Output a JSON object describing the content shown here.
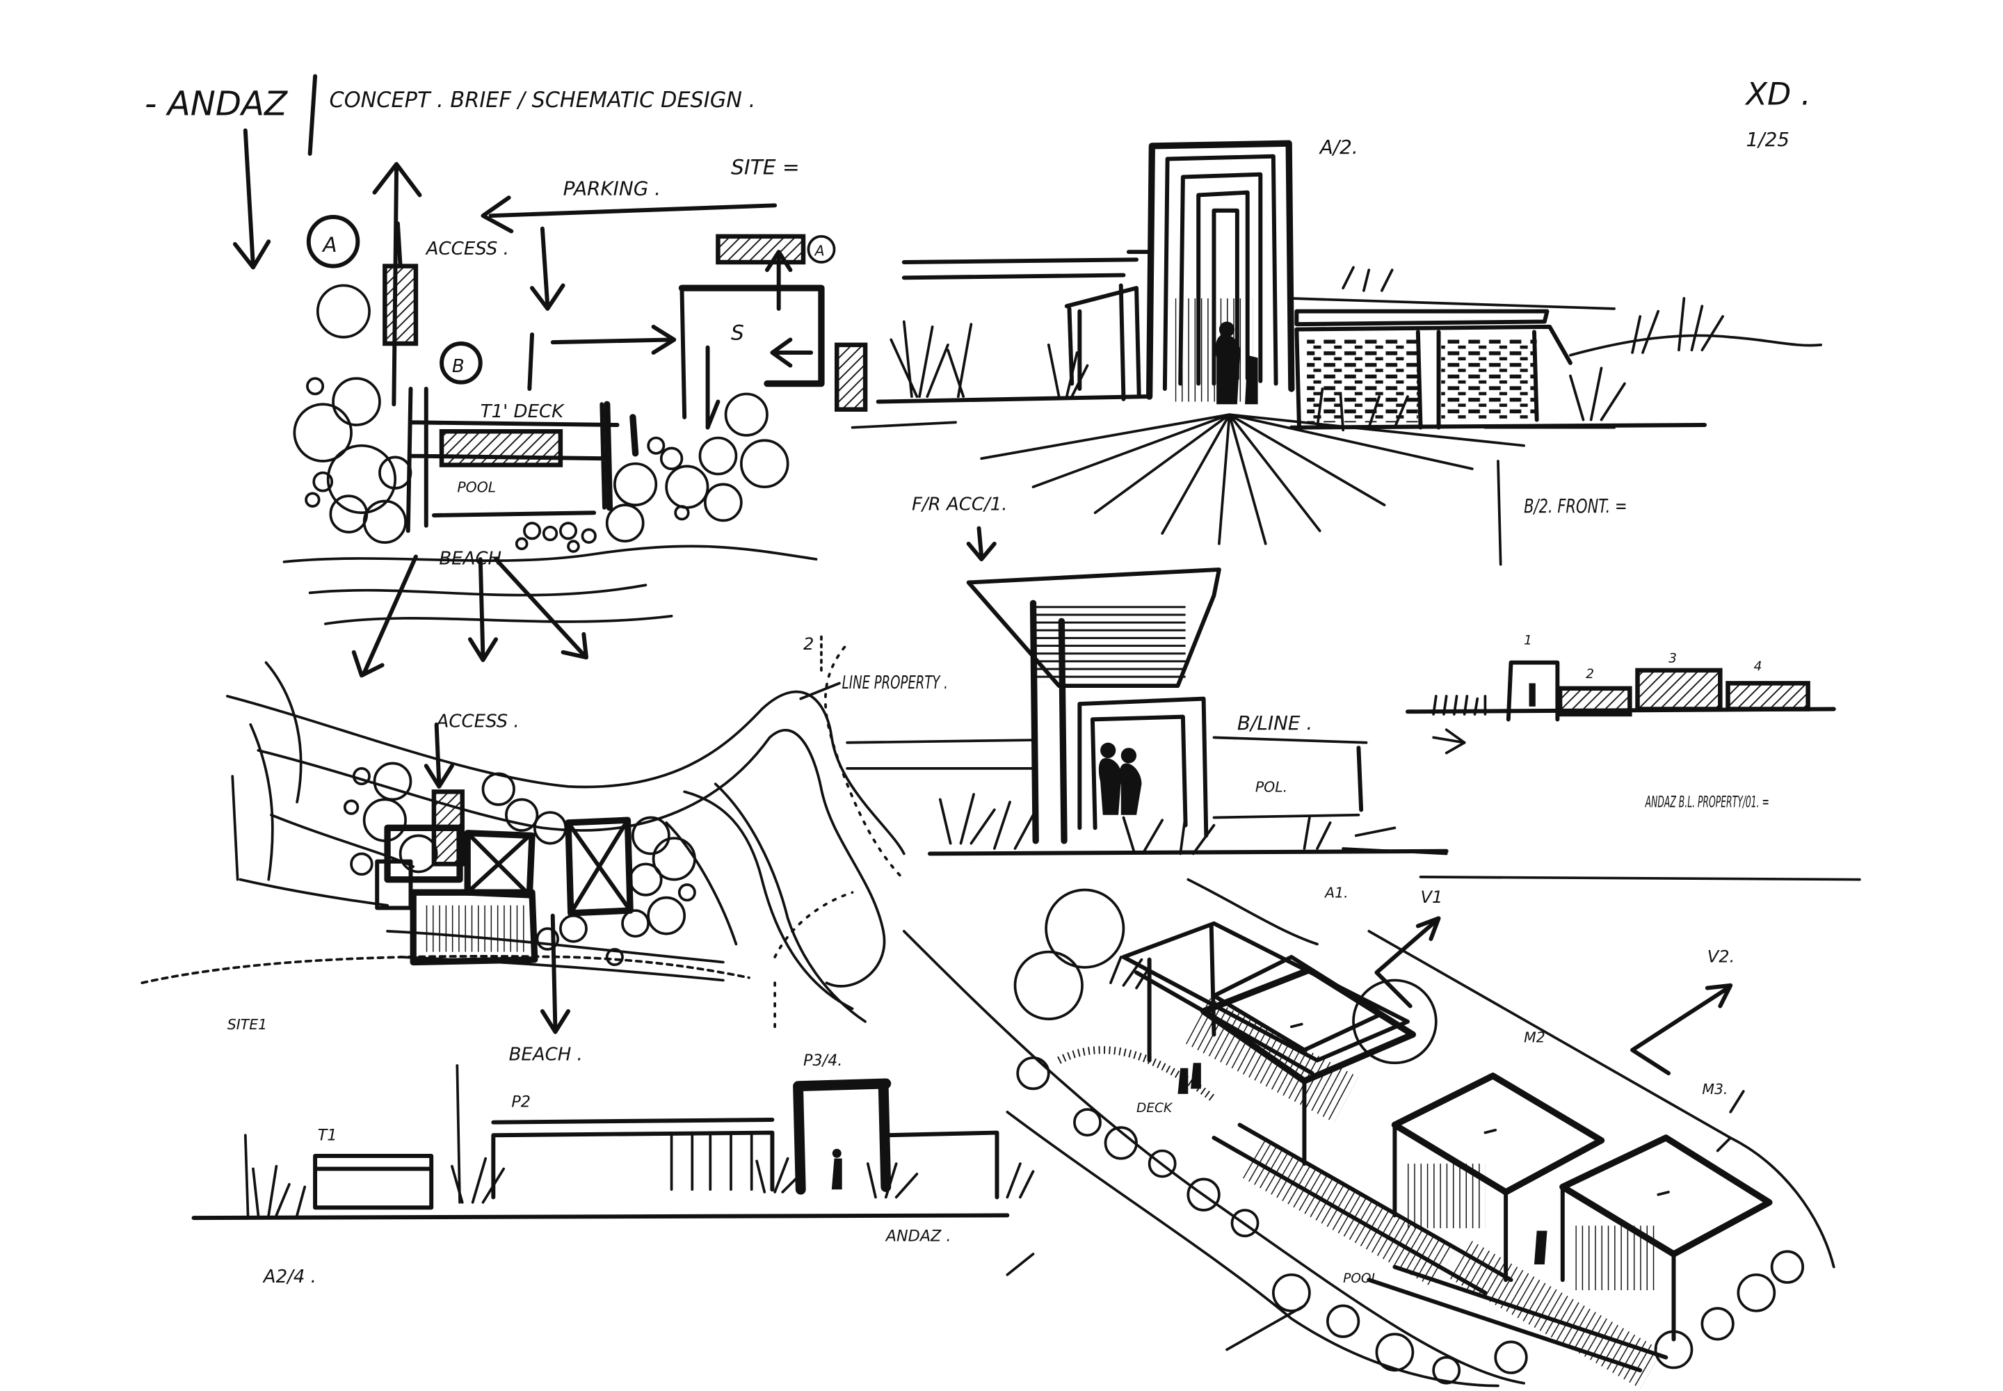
{
  "sheet": {
    "header": {
      "project": "- ANDAZ",
      "stage": "CONCEPT . BRIEF / SCHEMATIC DESIGN .",
      "initials": "XD .",
      "scale": "1/25"
    },
    "plan_diagram": {
      "label_a": "A",
      "label_b": "B",
      "label_s": "S",
      "label_a2": "A",
      "access": "ACCESS .",
      "parking": "PARKING .",
      "site": "SITE =",
      "deck": "T1' DECK",
      "pool": "POOL",
      "beach": "BEACH"
    },
    "site_plan": {
      "access": "ACCESS .",
      "property_line": "LINE PROPERTY .",
      "marker": "2",
      "site_label": "SITE1",
      "beach": "BEACH ."
    },
    "front_view": {
      "ref": "A/2.",
      "elevation_label": "B/2. FRONT. ="
    },
    "entry_view": {
      "ref": "F/R ACC/1.",
      "building_line": "B/LINE .",
      "pool": "POL."
    },
    "massing": {
      "numbers": [
        "1",
        "2",
        "3",
        "4"
      ],
      "note": "ANDAZ B.L. PROPERTY/01. ="
    },
    "axonometric": {
      "a1": "A1.",
      "v1": "V1",
      "v2": "V2.",
      "m2": "M2",
      "m3": "M3.",
      "pool": "POOL",
      "deck": "DECK"
    },
    "elevation": {
      "t1": "T1",
      "p2": "P2",
      "ref": "P3/4.",
      "andaz": "ANDAZ .",
      "sheet_ref": "A2/4 ."
    }
  }
}
